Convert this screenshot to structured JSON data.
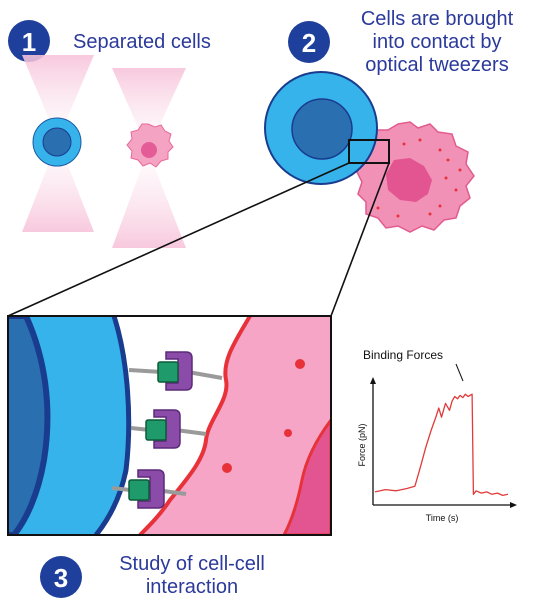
{
  "colors": {
    "title_blue": "#2b3a9b",
    "badge_blue": "#1f3f9c",
    "cell_light_blue": "#36b3ea",
    "cell_dark_blue": "#2a6fb0",
    "cell_outline_blue": "#1a3c8f",
    "pink_cell": "#f28fb4",
    "pink_nucleus": "#e45c97",
    "membrane_red": "#e8323a",
    "receptor_purple": "#8a4ca8",
    "receptor_green": "#1f9a6a",
    "laser_pink": "#f9d6e6",
    "force_trace": "#e03b3b"
  },
  "steps": [
    {
      "number": "1",
      "lines": [
        "Separated cells"
      ]
    },
    {
      "number": "2",
      "lines": [
        "Cells are brought",
        "into contact by",
        "optical tweezers"
      ]
    },
    {
      "number": "3",
      "lines": [
        "Study of cell-cell",
        "interaction"
      ]
    }
  ],
  "chart_data": {
    "type": "line",
    "title": "Binding Forces",
    "xlabel": "Time (s)",
    "ylabel": "Force (pN)",
    "grid": false,
    "xlim": [
      0,
      100
    ],
    "ylim": [
      0,
      100
    ],
    "series": [
      {
        "x": [
          0,
          8,
          16,
          24,
          30,
          34,
          38,
          42,
          46,
          48,
          50,
          53,
          56,
          58,
          60,
          62,
          64,
          66,
          68,
          70,
          73,
          74,
          76,
          80,
          84,
          88,
          92,
          96,
          100
        ],
        "y": [
          7,
          9,
          8,
          10,
          12,
          28,
          45,
          60,
          73,
          80,
          72,
          84,
          78,
          86,
          90,
          88,
          91,
          89,
          92,
          90,
          92,
          5,
          8,
          6,
          7,
          5,
          6,
          4,
          5
        ]
      }
    ]
  }
}
